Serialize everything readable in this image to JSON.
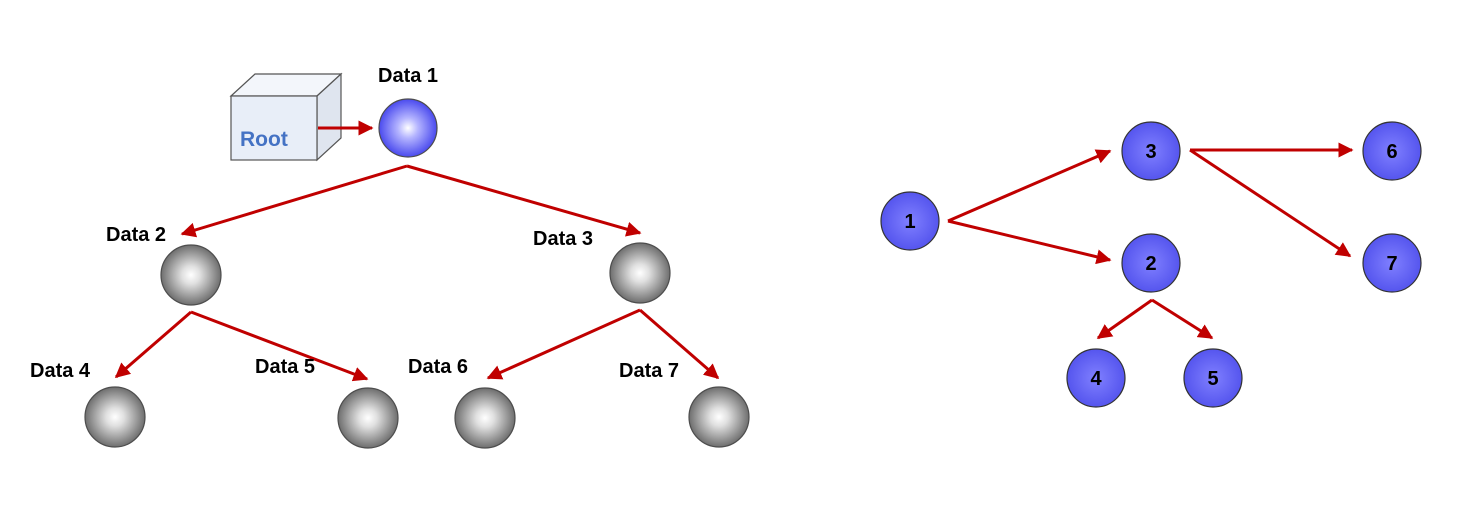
{
  "colors": {
    "edge": "#c00000",
    "blue_node": "#5a5af2",
    "gray_node": "#8a8a8a",
    "root_box_face": "#e8eef8",
    "root_text": "#4472c4"
  },
  "left_tree": {
    "root_label": "Root",
    "nodes": [
      {
        "id": "d1",
        "label": "Data 1",
        "style": "blue"
      },
      {
        "id": "d2",
        "label": "Data 2",
        "style": "gray"
      },
      {
        "id": "d3",
        "label": "Data 3",
        "style": "gray"
      },
      {
        "id": "d4",
        "label": "Data 4",
        "style": "gray"
      },
      {
        "id": "d5",
        "label": "Data 5",
        "style": "gray"
      },
      {
        "id": "d6",
        "label": "Data 6",
        "style": "gray"
      },
      {
        "id": "d7",
        "label": "Data 7",
        "style": "gray"
      }
    ],
    "edges": [
      [
        "root",
        "d1"
      ],
      [
        "d1",
        "d2"
      ],
      [
        "d1",
        "d3"
      ],
      [
        "d2",
        "d4"
      ],
      [
        "d2",
        "d5"
      ],
      [
        "d3",
        "d6"
      ],
      [
        "d3",
        "d7"
      ]
    ]
  },
  "right_graph": {
    "nodes": [
      {
        "id": "n1",
        "label": "1"
      },
      {
        "id": "n2",
        "label": "2"
      },
      {
        "id": "n3",
        "label": "3"
      },
      {
        "id": "n4",
        "label": "4"
      },
      {
        "id": "n5",
        "label": "5"
      },
      {
        "id": "n6",
        "label": "6"
      },
      {
        "id": "n7",
        "label": "7"
      }
    ],
    "edges": [
      [
        "n1",
        "n3"
      ],
      [
        "n1",
        "n2"
      ],
      [
        "n3",
        "n6"
      ],
      [
        "n3",
        "n7"
      ],
      [
        "n2",
        "n4"
      ],
      [
        "n2",
        "n5"
      ]
    ]
  }
}
